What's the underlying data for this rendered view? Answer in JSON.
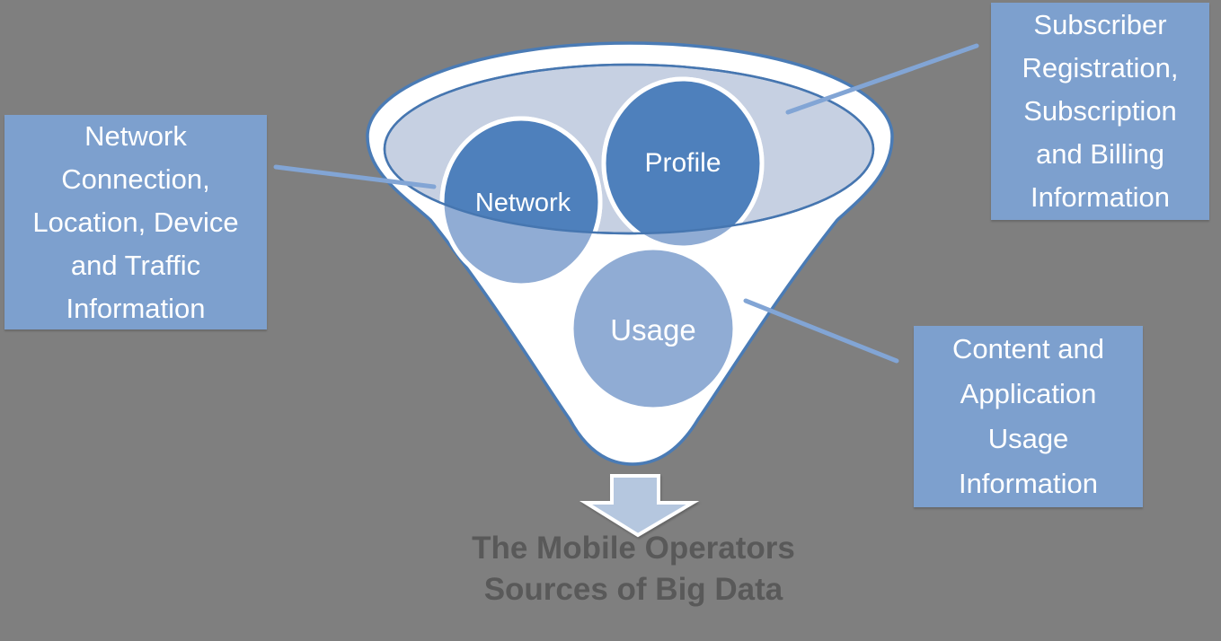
{
  "title": "Mobile operator sources of big data funnel diagram",
  "colors": {
    "background": "#7f7f7f",
    "callout_box_fill": "#7da0ce",
    "callout_box_text": "#ffffff",
    "funnel_fill": "#ffffff",
    "funnel_outline": "#4a7bb5",
    "liquid_ellipse_fill": "#c6d0e2",
    "liquid_ellipse_outline": "#4676b0",
    "circle_light": "#90acd4",
    "circle_dark": "#4e80bc",
    "circle_ring": "#ffffff",
    "leader_line": "#82a5d5",
    "arrow_fill": "#b5c7df",
    "arrow_outline": "#ffffff",
    "caption_text": "#595959"
  },
  "funnel": {
    "circles": [
      {
        "id": "network",
        "label": "Network"
      },
      {
        "id": "profile",
        "label": "Profile"
      },
      {
        "id": "usage",
        "label": "Usage"
      }
    ]
  },
  "callouts": [
    {
      "id": "network-info",
      "lines": [
        "Network",
        "Connection,",
        "Location, Device",
        "and Traffic",
        "Information"
      ]
    },
    {
      "id": "subscriber-info",
      "lines": [
        "Subscriber",
        "Registration,",
        "Subscription",
        "and Billing",
        "Information"
      ]
    },
    {
      "id": "usage-info",
      "lines": [
        "Content and",
        "Application",
        "Usage",
        "Information"
      ]
    }
  ],
  "caption": {
    "lines": [
      "The Mobile Operators",
      "Sources of Big Data"
    ]
  }
}
